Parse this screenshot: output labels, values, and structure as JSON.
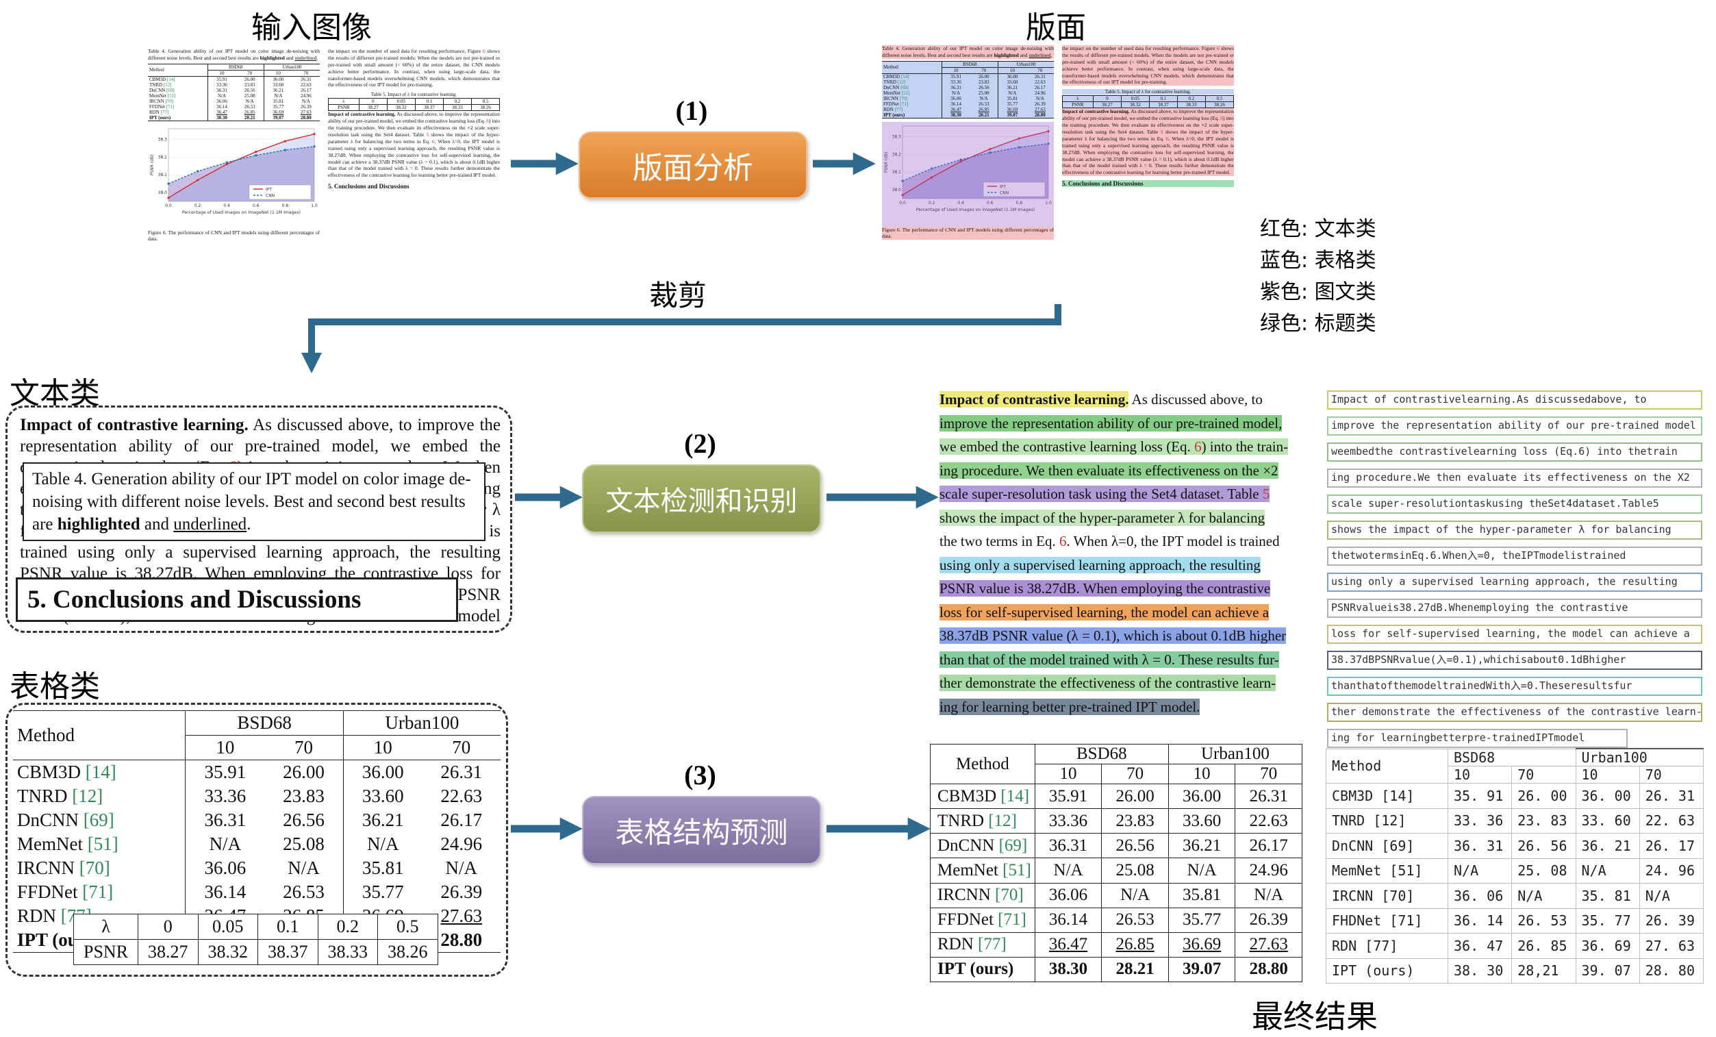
{
  "labels": {
    "input_image": "输入图像",
    "layout": "版面",
    "crop": "裁剪",
    "text_class": "文本类",
    "table_class": "表格类",
    "final_result": "最终结果",
    "step1_num": "(1)",
    "step2_num": "(2)",
    "step3_num": "(3)"
  },
  "steps": {
    "layout_analysis": "版面分析",
    "text_detection": "文本检测和识别",
    "table_structure": "表格结构预测"
  },
  "legend": {
    "items": [
      {
        "label": "红色: 文本类",
        "color": "#d9534f"
      },
      {
        "label": "蓝色: 表格类",
        "color": "#4a6fd4"
      },
      {
        "label": "紫色: 图文类",
        "color": "#9b59b6"
      },
      {
        "label": "绿色: 标题类",
        "color": "#3cb371"
      }
    ]
  },
  "colors": {
    "arrow": "#2e6a8e",
    "ref_green": "#2e8b57",
    "ref_red": "#cc3333"
  },
  "doc": {
    "table4_caption_segs": [
      {
        "t": "Table 4. Generation ability of our IPT model on color image de-noising with different noise levels.  Best and second best results are "
      },
      {
        "t": "highlighted",
        "b": true
      },
      {
        "t": " and "
      },
      {
        "t": "underlined",
        "u": true
      },
      {
        "t": "."
      }
    ],
    "table4": {
      "col0": "Method",
      "group1": "BSD68",
      "group2": "Urban100",
      "sub": [
        "10",
        "70",
        "10",
        "70"
      ],
      "rows": [
        {
          "m": "CBM3D",
          "ref": "[14]",
          "v": [
            "35.91",
            "26.00",
            "36.00",
            "26.31"
          ]
        },
        {
          "m": "TNRD",
          "ref": "[12]",
          "v": [
            "33.36",
            "23.83",
            "33.60",
            "22.63"
          ]
        },
        {
          "m": "DnCNN",
          "ref": "[69]",
          "v": [
            "36.31",
            "26.56",
            "36.21",
            "26.17"
          ]
        },
        {
          "m": "MemNet",
          "ref": "[51]",
          "v": [
            "N/A",
            "25.08",
            "N/A",
            "24.96"
          ]
        },
        {
          "m": "IRCNN",
          "ref": "[70]",
          "v": [
            "36.06",
            "N/A",
            "35.81",
            "N/A"
          ]
        },
        {
          "m": "FFDNet",
          "ref": "[71]",
          "v": [
            "36.14",
            "26.53",
            "35.77",
            "26.39"
          ]
        },
        {
          "m": "RDN",
          "ref": "[77]",
          "v": [
            "36.47",
            "26.85",
            "36.69",
            "27.63"
          ],
          "u": true
        },
        {
          "m": "IPT (ours)",
          "v": [
            "38.30",
            "28.21",
            "39.07",
            "28.80"
          ],
          "b": true
        }
      ]
    },
    "chart": {
      "ylabel": "PSNR (dB)",
      "xlabel": "Percentage of Used Images on ImageNet (1.1M Images)",
      "ylim": [
        37.95,
        38.36
      ],
      "yticks": [
        38.0,
        38.1,
        38.2,
        38.3
      ],
      "xticks": [
        0.0,
        0.2,
        0.4,
        0.6,
        0.8,
        1.0
      ],
      "series": [
        {
          "name": "IPT",
          "color": "#d62728",
          "x": [
            0,
            0.2,
            0.4,
            0.6,
            0.8,
            1.0
          ],
          "y": [
            37.97,
            38.07,
            38.16,
            38.23,
            38.29,
            38.33
          ]
        },
        {
          "name": "CNN",
          "color": "#1f77b4",
          "x": [
            0,
            0.2,
            0.4,
            0.6,
            0.8,
            1.0
          ],
          "y": [
            38.05,
            38.12,
            38.17,
            38.21,
            38.24,
            38.26
          ]
        }
      ]
    },
    "fig6_caption": "Figure 6. The performance of CNN and IPT models using different percentages of data.",
    "col2_para_segs": [
      {
        "t": "the impact on the number of used data for resulting performance.  Figure "
      },
      {
        "t": "6",
        "c": "#cc3333"
      },
      {
        "t": " shows the results of different pre-trained models. When the models are not pre-trained or pre-trained with small amount (< 60%) of the entire dataset, the CNN models achieve better performance. In contrast, when using large-scale data, the transformer-based models overwhelming CNN models, which demonstrates that the effectiveness of our IPT model for pre-training."
      }
    ],
    "table5_caption": "Table 5. Impact of λ for contrastive learning.",
    "table5": {
      "h": [
        "λ",
        "0",
        "0.05",
        "0.1",
        "0.2",
        "0.5"
      ],
      "r": [
        "PSNR",
        "38.27",
        "38.32",
        "38.37",
        "38.33",
        "38.26"
      ]
    },
    "impact_para_segs": [
      {
        "t": "Impact of contrastive learning.",
        "b": true
      },
      {
        "t": " As discussed above, to improve the representation ability of our pre-trained model, we embed the contrastive learning loss (Eq. "
      },
      {
        "t": "6",
        "c": "#cc3333"
      },
      {
        "t": ") into the training procedure. We then evaluate its effectiveness on the ×2 scale super-resolution task using the Set4 dataset.  Table "
      },
      {
        "t": "5",
        "c": "#cc3333"
      },
      {
        "t": " shows the impact of the hyper-parameter λ for balancing the two terms in Eq. "
      },
      {
        "t": "6",
        "c": "#cc3333"
      },
      {
        "t": ". When λ=0, the IPT model is trained using only a supervised learning approach, the resulting PSNR value is 38.27dB. When employing the contrastive loss for self-supervised learning, the model can achieve a 38.37dB PSNR value (λ = 0.1), which is about 0.1dB higher than that of the model trained with λ = 0. These results further demonstrate the effectiveness of the contrastive learning for learning better pre-trained IPT model."
      }
    ],
    "conclusions_heading": "5. Conclusions and Discussions"
  },
  "detected": {
    "lines": [
      {
        "segs": [
          {
            "t": "Impact of contrastive learning.",
            "b": true,
            "bg": "#f0e97c"
          },
          {
            "t": " As discussed above, to"
          }
        ]
      },
      {
        "segs": [
          {
            "t": "improve the representation ability of our pre-trained model,",
            "bg": "#84cb84"
          }
        ]
      },
      {
        "segs": [
          {
            "t": "we embed the contrastive learning loss (Eq. ",
            "bg": "#bce3b4"
          },
          {
            "t": "6",
            "bg": "#bce3b4",
            "c": "#cc3333"
          },
          {
            "t": ") into the train-",
            "bg": "#bce3b4"
          }
        ]
      },
      {
        "segs": [
          {
            "t": "ing procedure. We then evaluate its effectiveness on the ×2",
            "bg": "#8ed28e"
          }
        ]
      },
      {
        "segs": [
          {
            "t": "scale super-resolution task using the Set4 dataset. Table ",
            "bg": "#b29bda"
          },
          {
            "t": "5",
            "bg": "#b29bda",
            "c": "#cc3333"
          }
        ]
      },
      {
        "segs": [
          {
            "t": "shows the impact of the hyper-parameter λ for balancing",
            "bg": "#c6e6bd"
          }
        ]
      },
      {
        "segs": [
          {
            "t": "the two terms in Eq. "
          },
          {
            "t": "6",
            "c": "#cc3333"
          },
          {
            "t": ". When λ=0, the IPT model is trained"
          }
        ]
      },
      {
        "segs": [
          {
            "t": "using only a supervised learning approach, the resulting",
            "bg": "#a5dced"
          }
        ]
      },
      {
        "segs": [
          {
            "t": "PSNR value is 38.27dB. When employing the contrastive",
            "bg": "#ab8fd4"
          }
        ]
      },
      {
        "segs": [
          {
            "t": "loss for self-supervised learning, the model can achieve a",
            "bg": "#f0a35c"
          }
        ]
      },
      {
        "segs": [
          {
            "t": "38.37dB PSNR value (λ = 0.1), which is about 0.1dB higher",
            "bg": "#8aa2e6"
          }
        ]
      },
      {
        "segs": [
          {
            "t": "than that of the model trained with λ = 0. These results fur-",
            "bg": "#83cd9e"
          }
        ]
      },
      {
        "segs": [
          {
            "t": "ther demonstrate the effectiveness of the contrastive learn-",
            "bg": "#a9dba6"
          }
        ]
      },
      {
        "segs": [
          {
            "t": "ing for learning better pre-trained IPT model.",
            "bg": "#77899a"
          }
        ]
      }
    ]
  },
  "ocr": {
    "lines": [
      {
        "t": "Impact of contrastivelearning.As discussedabove, to",
        "c": "#cfc766"
      },
      {
        "t": "improve the representation ability of our pre-trained model",
        "c": "#9ccc9c"
      },
      {
        "t": "weembedthe contrastivelearning loss (Eq.6) into thetrain",
        "c": "#8fbc8f"
      },
      {
        "t": "ing procedure.We then evaluate its effectiveness on the X2",
        "c": "#b0b0b0"
      },
      {
        "t": "scale super-resolutiontaskusing theSet4dataset.Table5",
        "c": "#98c998"
      },
      {
        "t": "shows the impact of the hyper-parameter λ for balancing",
        "c": "#a9b97a"
      },
      {
        "t": "thetwotermsinEq.6.When入=0, theIPTmodelistrained",
        "c": "#b0b0b0"
      },
      {
        "t": "using only a supervised learning approach, the resulting",
        "c": "#7f9fd4"
      },
      {
        "t": "PSNRvalueis38.27dB.Whenemploying the contrastive",
        "c": "#b0b0b0"
      },
      {
        "t": "loss for self-supervised learning,  the model can achieve a",
        "c": "#c9bd72"
      },
      {
        "t": "38.37dBPSNRvalue(入=0.1),whichisabout0.1dBhigher",
        "c": "#556070"
      },
      {
        "t": "thanthatofthemodeltrainedWith入=0.Theseresultsfur",
        "c": "#5fc9c9"
      },
      {
        "t": "ther demonstrate the effectiveness of the contrastive learn-",
        "c": "#b5ab5e"
      },
      {
        "t": "ing for learningbetterpre-trainedIPTmodel",
        "c": "#b0b0b0",
        "w": "78%"
      }
    ]
  },
  "final_table": {
    "col0": "Method",
    "group1": "BSD68",
    "group2": "Urban100",
    "sub": [
      "10",
      "70",
      "10",
      "70"
    ],
    "rows": [
      {
        "m": "CBM3D [14]",
        "v": [
          "35. 91",
          "26. 00",
          "36. 00",
          "26. 31"
        ]
      },
      {
        "m": "TNRD [12]",
        "v": [
          "33. 36",
          "23. 83",
          "33. 60",
          "22. 63"
        ]
      },
      {
        "m": "DnCNN [69]",
        "v": [
          "36. 31",
          "26. 56",
          "36. 21",
          "26. 17"
        ]
      },
      {
        "m": "MemNet [51]",
        "v": [
          "N/A",
          "25. 08",
          "N/A",
          "24. 96"
        ]
      },
      {
        "m": "IRCNN [70]",
        "v": [
          "36. 06",
          "N/A",
          "35. 81",
          "N/A"
        ]
      },
      {
        "m": "FHDNet [71]",
        "v": [
          "36. 14",
          "26. 53",
          "35. 77",
          "26. 39"
        ]
      },
      {
        "m": "RDN [77]",
        "v": [
          "36. 47",
          "26. 85",
          "36. 69",
          "27. 63"
        ]
      },
      {
        "m": "IPT (ours)",
        "v": [
          "38. 30",
          "28,21",
          "39. 07",
          "28. 80"
        ]
      }
    ]
  }
}
